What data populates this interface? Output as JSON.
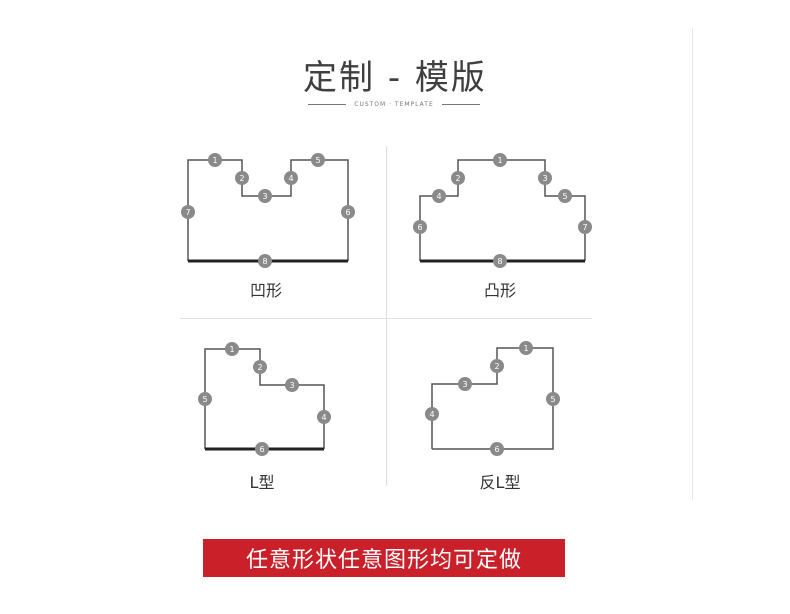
{
  "header": {
    "title": "定制 - 模版",
    "subtitle": "CUSTOM · TEMPLATE"
  },
  "shapes": [
    {
      "id": "concave",
      "label": "凹形",
      "edges": [
        "1",
        "2",
        "3",
        "4",
        "5",
        "6",
        "7",
        "8"
      ]
    },
    {
      "id": "convex",
      "label": "凸形",
      "edges": [
        "1",
        "2",
        "3",
        "4",
        "5",
        "6",
        "7",
        "8"
      ]
    },
    {
      "id": "l-shape",
      "label": "L型",
      "edges": [
        "1",
        "2",
        "3",
        "4",
        "5",
        "6"
      ]
    },
    {
      "id": "reverse-l-shape",
      "label": "反L型",
      "edges": [
        "1",
        "2",
        "3",
        "4",
        "5",
        "6"
      ]
    }
  ],
  "banner": {
    "text": "任意形状任意图形均可定做"
  },
  "colors": {
    "badge": "#8a8a8a",
    "outline": "#555555",
    "bottom_edge": "#222222",
    "banner_bg": "#c9202a"
  }
}
